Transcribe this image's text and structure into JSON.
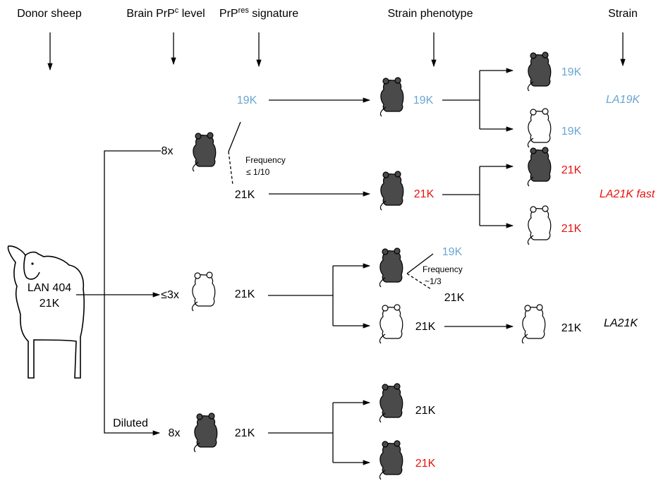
{
  "colors": {
    "blue": "#6aa6d2",
    "red": "#e8120c",
    "black": "#000000",
    "dark_mouse": "#4a4a4a",
    "light_mouse": "#ffffff"
  },
  "headers": {
    "donor": "Donor sheep",
    "brain_prefix": "Brain PrP",
    "brain_sup": "c",
    "brain_suffix": " level",
    "prpres_prefix": "PrP",
    "prpres_sup": "res",
    "prpres_suffix": " signature",
    "phenotype": "Strain phenotype",
    "strain": "Strain"
  },
  "sheep": {
    "icon": "sheep-icon",
    "name": "LAN 404",
    "signature": "21K"
  },
  "levels": {
    "high": "8x",
    "low": "≤3x",
    "diluted_note": "Diluted",
    "diluted_level": "8x"
  },
  "signatures": {
    "k19": "19K",
    "k21": "21K"
  },
  "frequencies": {
    "f1_title": "Frequency",
    "f1_value": "≤ 1/10",
    "f2_title": "Frequency",
    "f2_value": "~1/3"
  },
  "strains": {
    "la19k": "LA19K",
    "la21k_fast": "LA21K fast",
    "la21k": "LA21K"
  }
}
